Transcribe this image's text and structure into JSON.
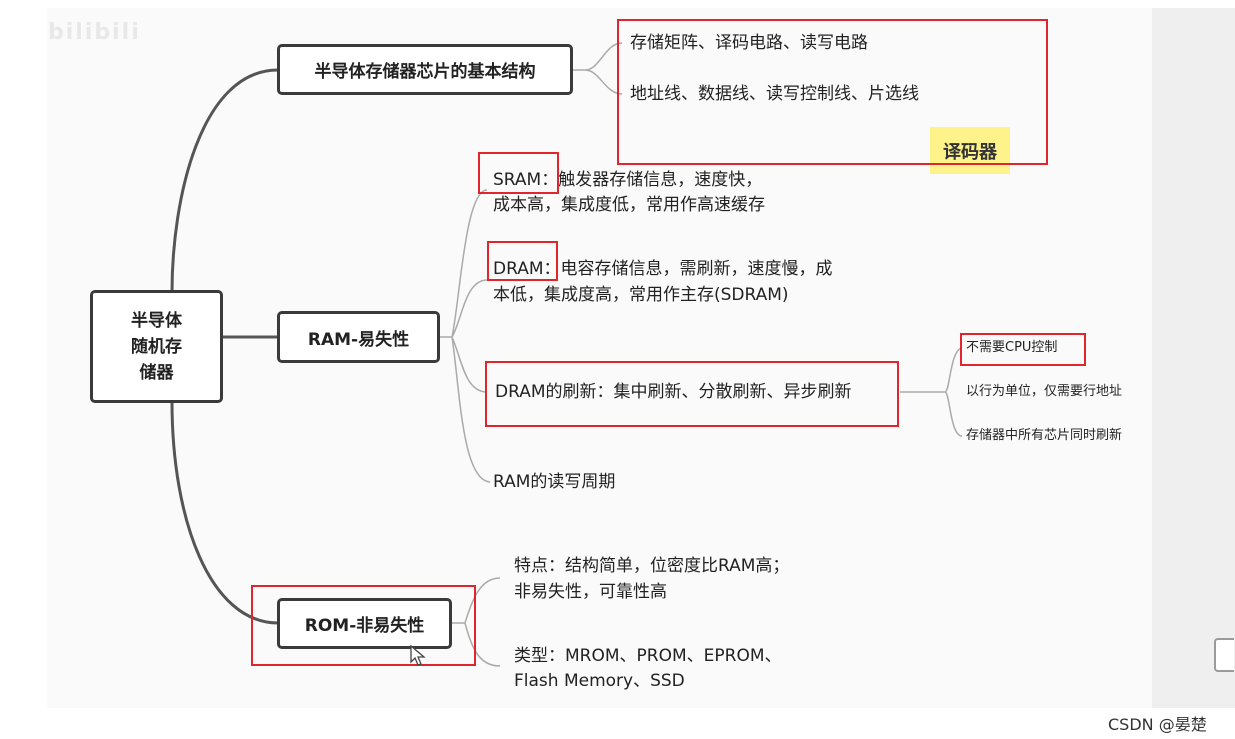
{
  "root": {
    "label": "半导体\n随机存\n储器"
  },
  "branches": {
    "structure": {
      "label": "半导体存储器芯片的基本结构",
      "items": [
        "存储矩阵、译码电路、读写电路",
        "地址线、数据线、读写控制线、片选线"
      ],
      "tag": "译码器"
    },
    "ram": {
      "label": "RAM-易失性",
      "sram_line1": "SRAM：触发器存储信息，速度快，",
      "sram_line2": "成本高，集成度低，常用作高速缓存",
      "dram_line1": "DRAM：电容存储信息，需刷新，速度慢，成",
      "dram_line2": "本低，集成度高，常用作主存(SDRAM)",
      "refresh": "DRAM的刷新：集中刷新、分散刷新、异步刷新",
      "refresh_notes": [
        "不需要CPU控制",
        "以行为单位，仅需要行地址",
        "存储器中所有芯片同时刷新"
      ],
      "cycle": "RAM的读写周期"
    },
    "rom": {
      "label": "ROM-非易失性",
      "feature_line1": "特点：结构简单，位密度比RAM高；",
      "feature_line2": "非易失性，可靠性高",
      "types_line1": "类型：MROM、PROM、EPROM、",
      "types_line2": "Flash Memory、SSD"
    }
  },
  "credit": "CSDN @晏楚",
  "colors": {
    "highlight_box": "#e0262c",
    "tag_fill": "#fdf38a",
    "node_border": "#3a3a3a"
  }
}
